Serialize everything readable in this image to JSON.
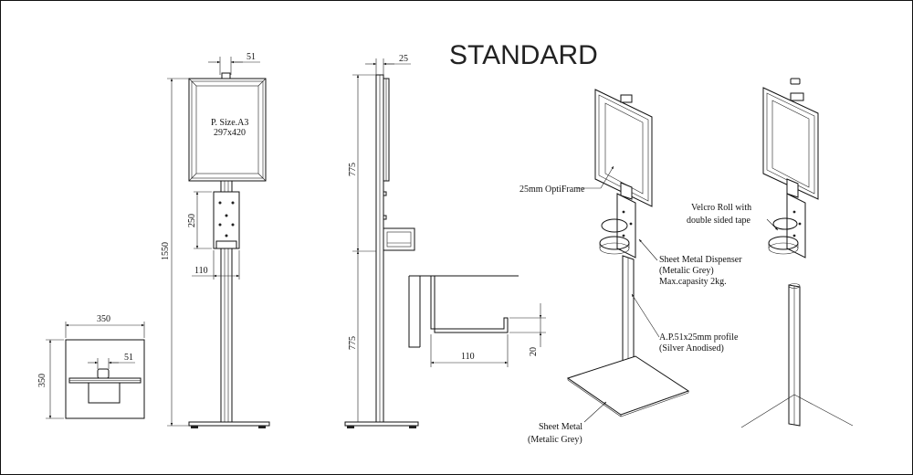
{
  "title": "STANDARD",
  "front_view": {
    "width_top": "51",
    "poster_size_line1": "P. Size.A3",
    "poster_size_line2": "297x420",
    "height_total": "1550",
    "dispenser_height": "250",
    "dispenser_width": "110"
  },
  "side_view": {
    "depth_top": "25",
    "upper_height": "775",
    "lower_height": "775"
  },
  "top_view": {
    "width": "350",
    "depth": "350",
    "profile": "51"
  },
  "detail_view": {
    "width": "110",
    "lip_height": "20"
  },
  "iso_labels": {
    "frame": "25mm OptiFrame",
    "dispenser_line1": "Sheet Metal Dispenser",
    "dispenser_line2": "(Metalic Grey)",
    "dispenser_line3": "Max.capasity 2kg.",
    "profile_line1": "A.P.51x25mm profile",
    "profile_line2": "(Silver Anodised)",
    "base_line1": "Sheet Metal",
    "base_line2": "(Metalic Grey)",
    "velcro_line1": "Velcro Roll with",
    "velcro_line2": "double sided tape"
  }
}
